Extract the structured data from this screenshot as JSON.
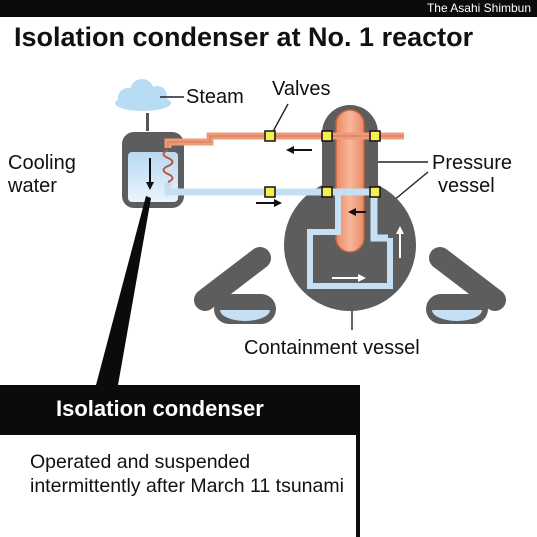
{
  "credit": "The Asahi Shimbun",
  "title": "Isolation condenser at No. 1 reactor",
  "labels": {
    "steam": "Steam",
    "valves": "Valves",
    "cooling_water": [
      "Cooling",
      "water"
    ],
    "pressure_vessel": [
      "Pressure",
      "vessel"
    ],
    "containment_vessel": "Containment vessel"
  },
  "info": {
    "heading": "Isolation condenser",
    "body": "Operated and suspended intermittently after March 11 tsunami"
  },
  "colors": {
    "steam_pipe": "#ef9a78",
    "water_pipe": "#c6dff2",
    "vessel": "#5d5d5d",
    "valve": "#f2ef50"
  }
}
